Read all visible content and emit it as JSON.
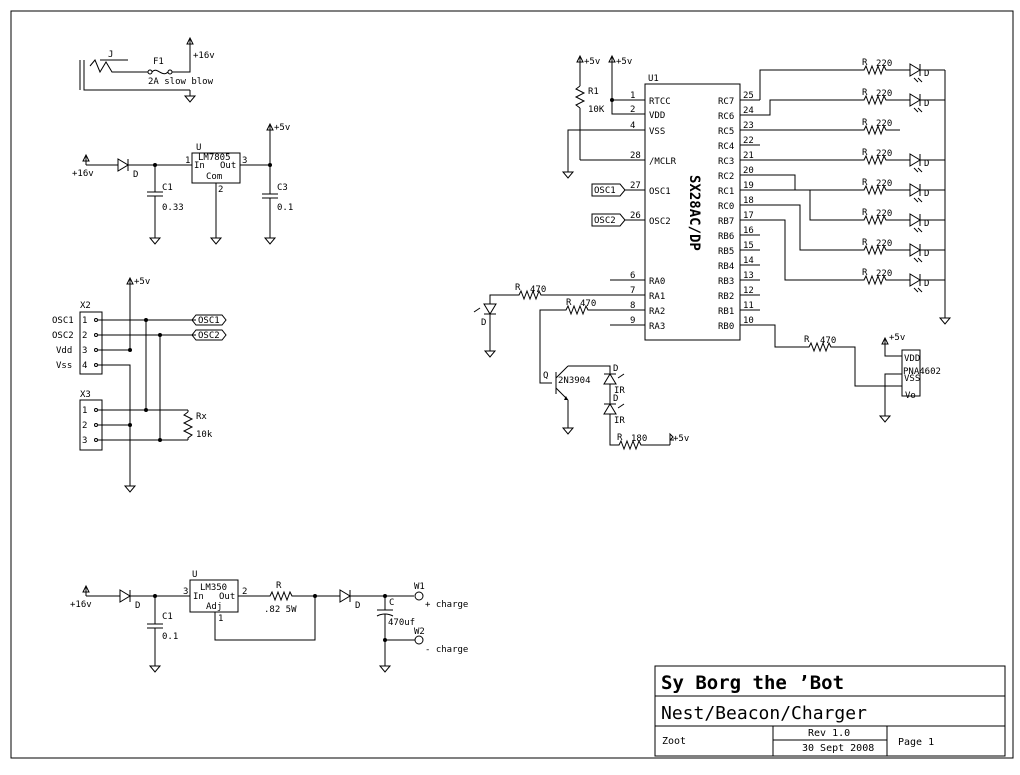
{
  "title_block": {
    "title": "Sy Borg the ’Bot",
    "subtitle": "Nest/Beacon/Charger",
    "author": "Zoot",
    "rev": "Rev 1.0",
    "date": "30 Sept 2008",
    "page": "Page 1"
  },
  "supplies": {
    "v16": "+16v",
    "v5": "+5v"
  },
  "jack": {
    "ref": "J",
    "fuse_ref": "F1",
    "fuse_value": "2A slow blow"
  },
  "reg_5v": {
    "ref": "U",
    "part": "LM7805",
    "pin_in": "In",
    "pin_out": "Out",
    "pin_com": "Com",
    "pin1": "1",
    "pin2": "2",
    "pin3": "3",
    "diode": "D",
    "c1_ref": "C1",
    "c1_val": "0.33",
    "c3_ref": "C3",
    "c3_val": "0.1"
  },
  "headers": {
    "x2_ref": "X2",
    "x3_ref": "X3",
    "x2_labels": [
      "OSC1",
      "OSC2",
      "Vdd",
      "Vss"
    ],
    "x2_pins": [
      "1",
      "2",
      "3",
      "4"
    ],
    "x3_pins": [
      "1",
      "2",
      "3"
    ],
    "net_osc1": "OSC1",
    "net_osc2": "OSC2",
    "rx_ref": "Rx",
    "rx_val": "10k"
  },
  "charger": {
    "ref": "U",
    "part": "LM350",
    "pin_in": "In",
    "pin_out": "Out",
    "pin_adj": "Adj",
    "pin1": "1",
    "pin2": "2",
    "pin3": "3",
    "diode_a": "D",
    "diode_b": "D",
    "c1_ref": "C1",
    "c1_val": "0.1",
    "r_ref": "R",
    "r_val": ".82 5W",
    "c_ref": "C",
    "c_val": "470uf",
    "w1": "W1",
    "w1_label": "+ charge",
    "w2": "W2",
    "w2_label": "- charge"
  },
  "mcu": {
    "ref": "U1",
    "part": "SX28AC/DP",
    "r1_ref": "R1",
    "r1_val": "10K",
    "left_pins": [
      {
        "num": "1",
        "name": "RTCC"
      },
      {
        "num": "2",
        "name": "VDD"
      },
      {
        "num": "4",
        "name": "VSS"
      },
      {
        "num": "28",
        "name": "/MCLR"
      },
      {
        "num": "27",
        "name": "OSC1"
      },
      {
        "num": "26",
        "name": "OSC2"
      },
      {
        "num": "6",
        "name": "RA0"
      },
      {
        "num": "7",
        "name": "RA1"
      },
      {
        "num": "8",
        "name": "RA2"
      },
      {
        "num": "9",
        "name": "RA3"
      }
    ],
    "right_pins": [
      {
        "num": "25",
        "name": "RC7"
      },
      {
        "num": "24",
        "name": "RC6"
      },
      {
        "num": "23",
        "name": "RC5"
      },
      {
        "num": "22",
        "name": "RC4"
      },
      {
        "num": "21",
        "name": "RC3"
      },
      {
        "num": "20",
        "name": "RC2"
      },
      {
        "num": "19",
        "name": "RC1"
      },
      {
        "num": "18",
        "name": "RC0"
      },
      {
        "num": "17",
        "name": "RB7"
      },
      {
        "num": "16",
        "name": "RB6"
      },
      {
        "num": "15",
        "name": "RB5"
      },
      {
        "num": "14",
        "name": "RB4"
      },
      {
        "num": "13",
        "name": "RB3"
      },
      {
        "num": "12",
        "name": "RB2"
      },
      {
        "num": "11",
        "name": "RB1"
      },
      {
        "num": "10",
        "name": "RB0"
      }
    ],
    "net_osc1": "OSC1",
    "net_osc2": "OSC2"
  },
  "led_bank": {
    "r_ref": "R",
    "r_val": "220",
    "d_ref": "D"
  },
  "ra1": {
    "r_ref": "R",
    "r_val": "470",
    "d_ref": "D"
  },
  "ra2": {
    "r_ref": "R",
    "r_val": "470",
    "q_ref": "Q",
    "q_part": "2N3904",
    "ir1_ref": "D",
    "ir1_tag": "IR",
    "ir2_ref": "D",
    "ir2_tag": "IR",
    "r180_ref": "R",
    "r180_val": "180"
  },
  "ir_rx": {
    "r_ref": "R",
    "r_val": "470",
    "part": "PNA4602",
    "pin_vdd": "VDD",
    "pin_vss": "VSS",
    "pin_out": "Vo"
  }
}
